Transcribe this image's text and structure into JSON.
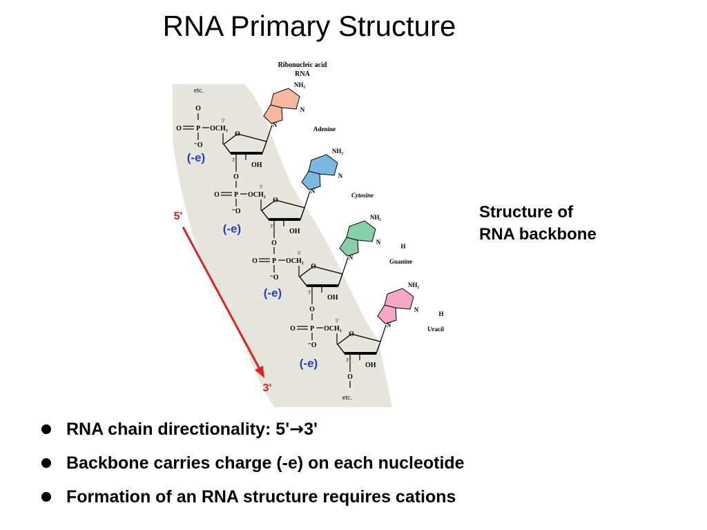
{
  "slide": {
    "title": "RNA Primary Structure",
    "caption_line1": "Structure of",
    "caption_line2": "RNA backbone"
  },
  "figure": {
    "header_line1": "Ribonucleic acid",
    "header_line2": "RNA",
    "etc_top": "etc.",
    "etc_bottom": "etc.",
    "direction_start": "5'",
    "direction_end": "3'",
    "charge_label": "(-e)",
    "bases": [
      {
        "name": "Adenine",
        "color": "#f7b8a0"
      },
      {
        "name": "Cytosine",
        "color": "#7ab8e3"
      },
      {
        "name": "Guanine",
        "color": "#86cfa8"
      },
      {
        "name": "Uracil",
        "color": "#f4a7c8"
      }
    ],
    "atoms": {
      "O": "O",
      "P": "P",
      "OH": "OH",
      "N": "N",
      "H": "H",
      "NH2": "NH₂",
      "OCH2": "OCH₂",
      "minusO": "⁻O",
      "prime5": "5'",
      "prime3": "3'"
    },
    "colors": {
      "backbone": "#e7e6dc",
      "arrow": "#e02020",
      "charge": "#1f3fbf"
    }
  },
  "bullets": [
    {
      "before": "RNA chain directionality: 5'",
      "arrow": "→",
      "after": "3'"
    },
    {
      "text": "Backbone carries charge (-e) on each nucleotide"
    },
    {
      "text": "Formation of an RNA structure requires cations"
    }
  ]
}
